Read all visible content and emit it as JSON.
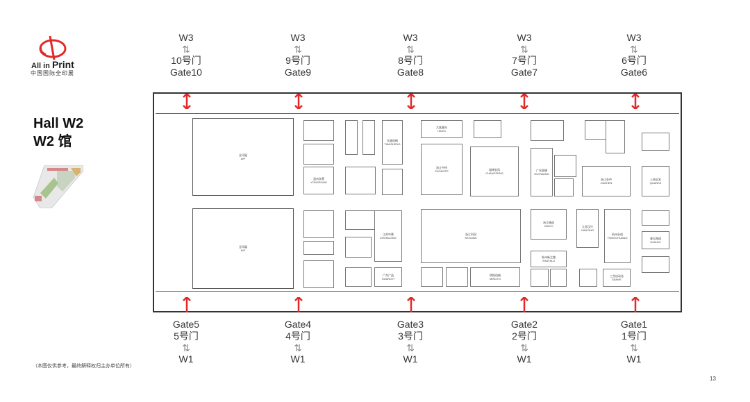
{
  "logo": {
    "brand_small": "All in",
    "brand_big": "Print",
    "brand_cn": "中国国际全印展"
  },
  "hall": {
    "title_en": "Hall W2",
    "title_cn": "W2 馆"
  },
  "top_gates": [
    {
      "hall": "W3",
      "cn": "10号门",
      "en": "Gate10",
      "arrow": "⇅"
    },
    {
      "hall": "W3",
      "cn": "9号门",
      "en": "Gate9",
      "arrow": "⇅"
    },
    {
      "hall": "W3",
      "cn": "8号门",
      "en": "Gate8",
      "arrow": "⇅"
    },
    {
      "hall": "W3",
      "cn": "7号门",
      "en": "Gate7",
      "arrow": "⇅"
    },
    {
      "hall": "W3",
      "cn": "6号门",
      "en": "Gate6",
      "arrow": "⇅"
    }
  ],
  "bottom_gates": [
    {
      "en": "Gate5",
      "cn": "5号门",
      "hall": "W1",
      "arrow": "⇅"
    },
    {
      "en": "Gate4",
      "cn": "4号门",
      "hall": "W1",
      "arrow": "⇅"
    },
    {
      "en": "Gate3",
      "cn": "3号门",
      "hall": "W1",
      "arrow": "⇅"
    },
    {
      "en": "Gate2",
      "cn": "2号门",
      "hall": "W1",
      "arrow": "⇅"
    },
    {
      "en": "Gate1",
      "cn": "1号门",
      "hall": "W1",
      "arrow": "⇅"
    }
  ],
  "booths": {
    "quanyinzhan_1": "全印展\nAIP",
    "quanyinzhan_2": "全印展\nAIP",
    "ruixiong": "大族激光\nHAN'S",
    "changfeng": "淄博长风\nCHANGFENG",
    "xinhai": "浙江中特\nZHONGTE",
    "guangda": "浙江金中\nJINZHEN",
    "zhongjing": "江苏中景\nZHONGJING",
    "keguan": "浙江科冠\nKEGUAN",
    "jingyi": "浙江精益\nJINGYI",
    "hangzhou": "杭州永创\nYONGCHUANG",
    "suzhou": "苏州新之路\nXINZHILU",
    "mingyu": "明阳机械\nMINGYU",
    "yongrong": "温州永荣\nYONGRONG",
    "guowang": "广东国望\nGUOWANG",
    "hanxing": "江苏汉兴\nHANXING",
    "quanfa": "上海全发\nQUANFA",
    "qingdao": "青岛海阔\nHAIKUO",
    "guangyi": "广东广益\nGUANGYI",
    "sanhe": "三合自动化\nSANHE",
    "tiansheng": "天盛机械\nTIANSHENG"
  },
  "footer": {
    "disclaimer": "（本图仅供参考，最终解释权归主办单位所有）",
    "page": "13"
  },
  "colors": {
    "accent_red": "#e02a2a",
    "booth_border": "#555555",
    "hall_border": "#333333"
  }
}
